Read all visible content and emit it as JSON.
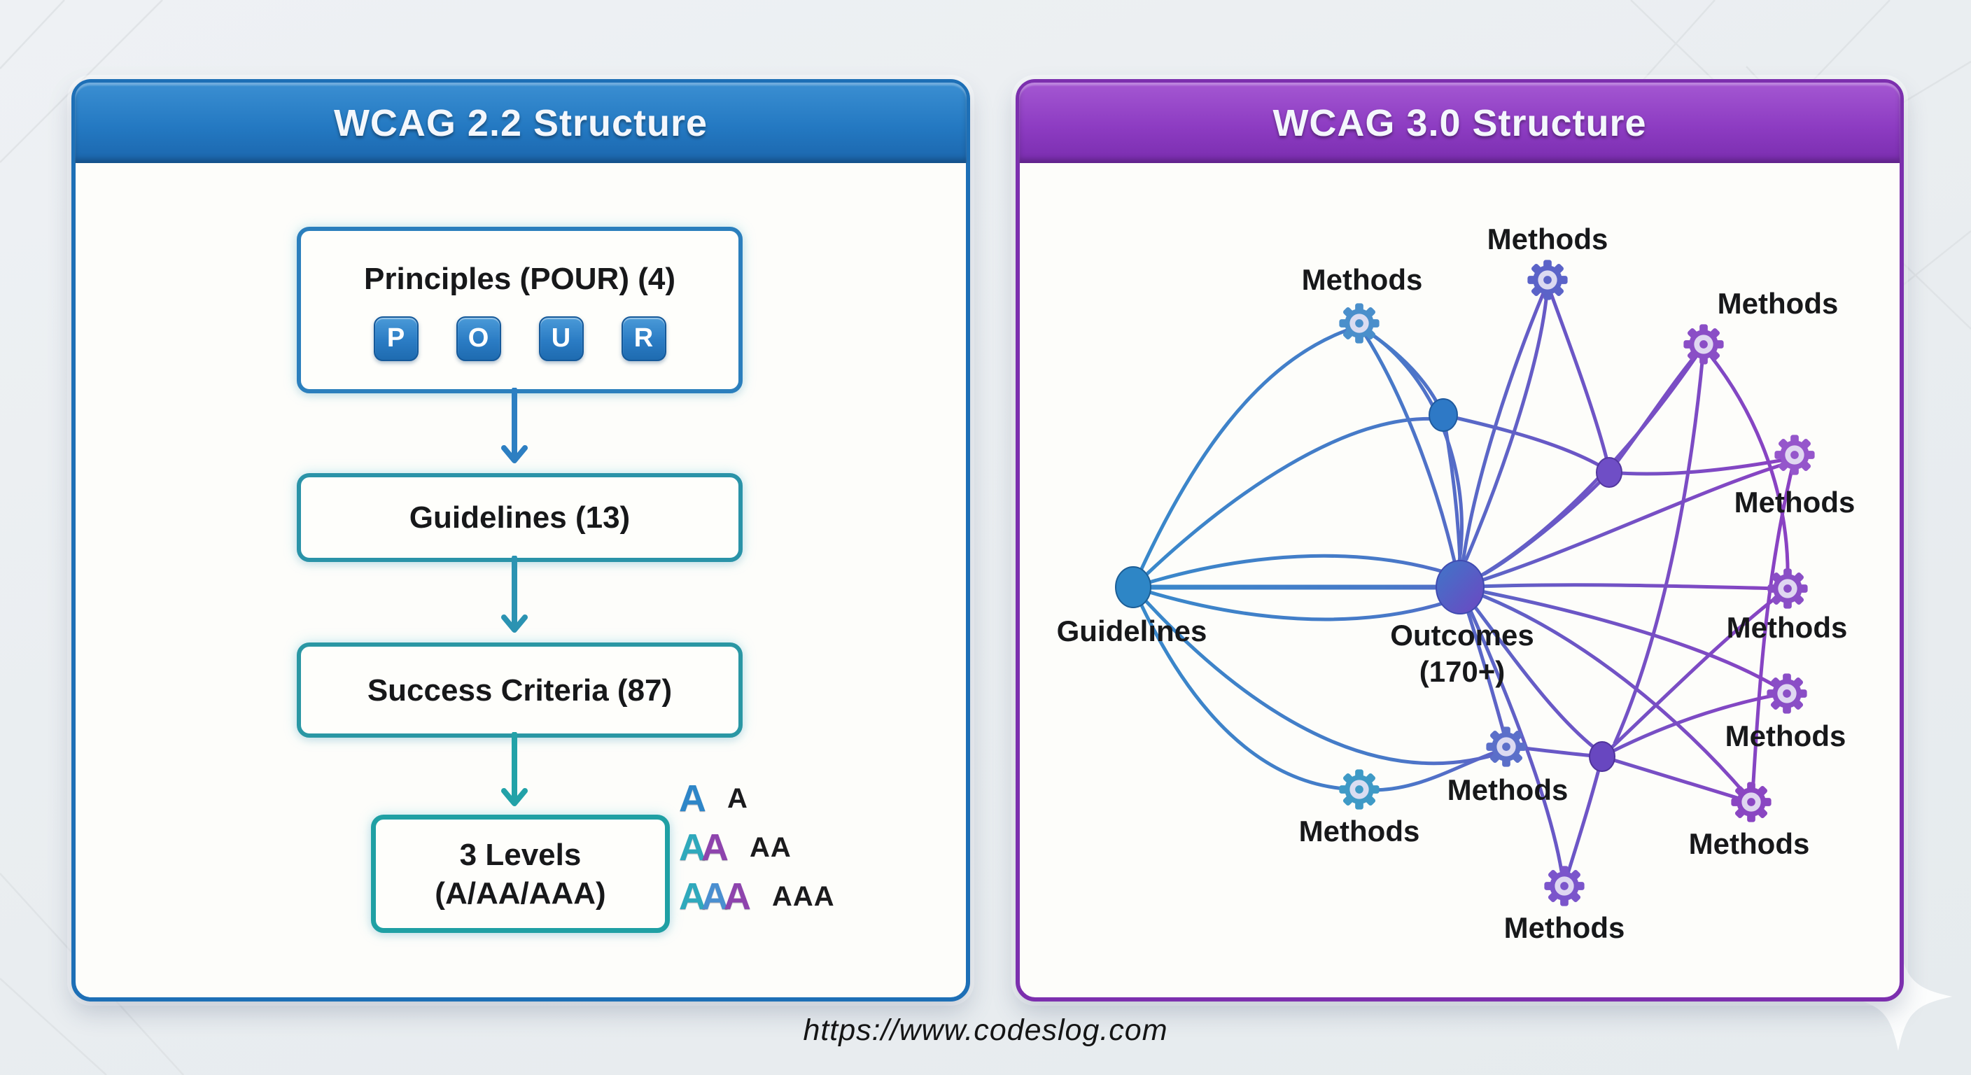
{
  "footer": {
    "url": "https://www.codeslog.com"
  },
  "colors": {
    "left_header_blue": "#2479c2",
    "left_flow_teal": "#1fa0a4",
    "right_header_purple": "#8d3cc2",
    "network_blue": "#2e86c6",
    "network_purple": "#8a35c0",
    "level_a_blue": "#2e86c8",
    "level_teal": "#2fa9bc",
    "level_purple": "#8e44ad",
    "background": "#edf0f3"
  },
  "left_panel": {
    "title": "WCAG 2.2 Structure",
    "principles": {
      "label": "Principles (POUR) (4)",
      "letters": [
        "P",
        "O",
        "U",
        "R"
      ]
    },
    "guidelines": {
      "label": "Guidelines (13)"
    },
    "success_criteria": {
      "label": "Success Criteria (87)"
    },
    "levels": {
      "line1": "3 Levels",
      "line2": "(A/AA/AAA)"
    },
    "legend": {
      "rows": [
        {
          "letters": [
            "A"
          ],
          "label": "A"
        },
        {
          "letters": [
            "A",
            "A"
          ],
          "label": "AA"
        },
        {
          "letters": [
            "A",
            "A",
            "A"
          ],
          "label": "AAA"
        }
      ]
    }
  },
  "right_panel": {
    "title": "WCAG 3.0 Structure",
    "guidelines_label": "Guidelines",
    "outcomes_label": "Outcomes",
    "outcomes_count": "(170+)",
    "methods_label": "Methods"
  }
}
